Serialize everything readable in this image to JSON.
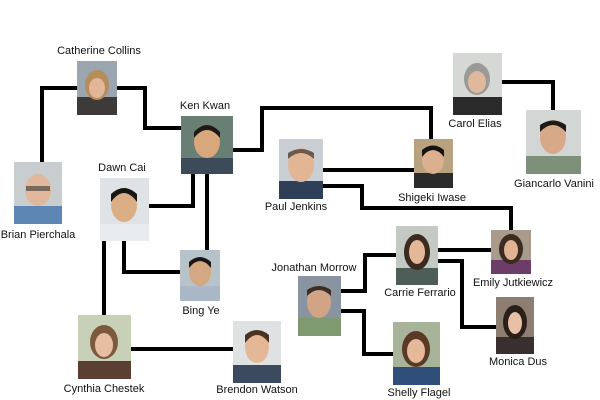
{
  "people": [
    {
      "id": "catherine",
      "name": "Catherine Collins"
    },
    {
      "id": "ken",
      "name": "Ken Kwan"
    },
    {
      "id": "brian",
      "name": "Brian Pierchala"
    },
    {
      "id": "dawn",
      "name": "Dawn Cai"
    },
    {
      "id": "bing",
      "name": "Bing Ye"
    },
    {
      "id": "cynthia",
      "name": "Cynthia Chestek"
    },
    {
      "id": "brendon",
      "name": "Brendon Watson"
    },
    {
      "id": "paul",
      "name": "Paul Jenkins"
    },
    {
      "id": "shigeki",
      "name": "Shigeki Iwase"
    },
    {
      "id": "carol",
      "name": "Carol Elias"
    },
    {
      "id": "giancarlo",
      "name": "Giancarlo Vanini"
    },
    {
      "id": "carrie",
      "name": "Carrie Ferrario"
    },
    {
      "id": "emily",
      "name": "Emily Jutkiewicz"
    },
    {
      "id": "jonathan",
      "name": "Jonathan Morrow"
    },
    {
      "id": "monica",
      "name": "Monica Dus"
    },
    {
      "id": "shelly",
      "name": "Shelly Flagel"
    }
  ],
  "connections": [
    [
      "brian",
      "catherine"
    ],
    [
      "catherine",
      "ken"
    ],
    [
      "ken",
      "dawn"
    ],
    [
      "ken",
      "bing"
    ],
    [
      "ken",
      "shigeki"
    ],
    [
      "dawn",
      "bing"
    ],
    [
      "dawn",
      "cynthia"
    ],
    [
      "cynthia",
      "brendon"
    ],
    [
      "paul",
      "shigeki"
    ],
    [
      "paul",
      "emily"
    ],
    [
      "carol",
      "giancarlo"
    ],
    [
      "carrie",
      "emily"
    ],
    [
      "carrie",
      "monica"
    ],
    [
      "jonathan",
      "carrie"
    ],
    [
      "jonathan",
      "shelly"
    ]
  ]
}
